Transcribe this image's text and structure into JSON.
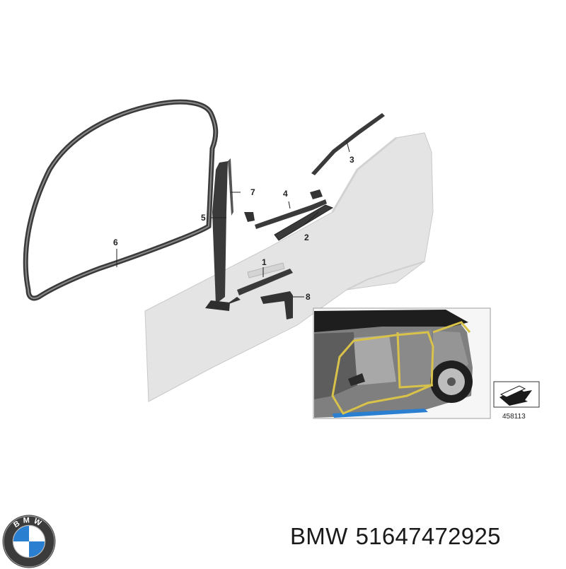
{
  "diagram": {
    "callouts": [
      {
        "id": "1",
        "label": "1"
      },
      {
        "id": "2",
        "label": "2"
      },
      {
        "id": "3",
        "label": "3"
      },
      {
        "id": "4",
        "label": "4"
      },
      {
        "id": "5",
        "label": "5"
      },
      {
        "id": "6",
        "label": "6"
      },
      {
        "id": "7",
        "label": "7"
      },
      {
        "id": "8",
        "label": "8"
      }
    ],
    "inset_reference": "458113"
  },
  "footer": {
    "brand": "BMW",
    "part_number": "51647472925",
    "logo_letters": "BMW"
  },
  "colors": {
    "panel": "#e4e4e4",
    "seal": "#3a3a3a",
    "highlight_seal": "#d9c24a",
    "bmw_blue": "#2a7fd0"
  }
}
